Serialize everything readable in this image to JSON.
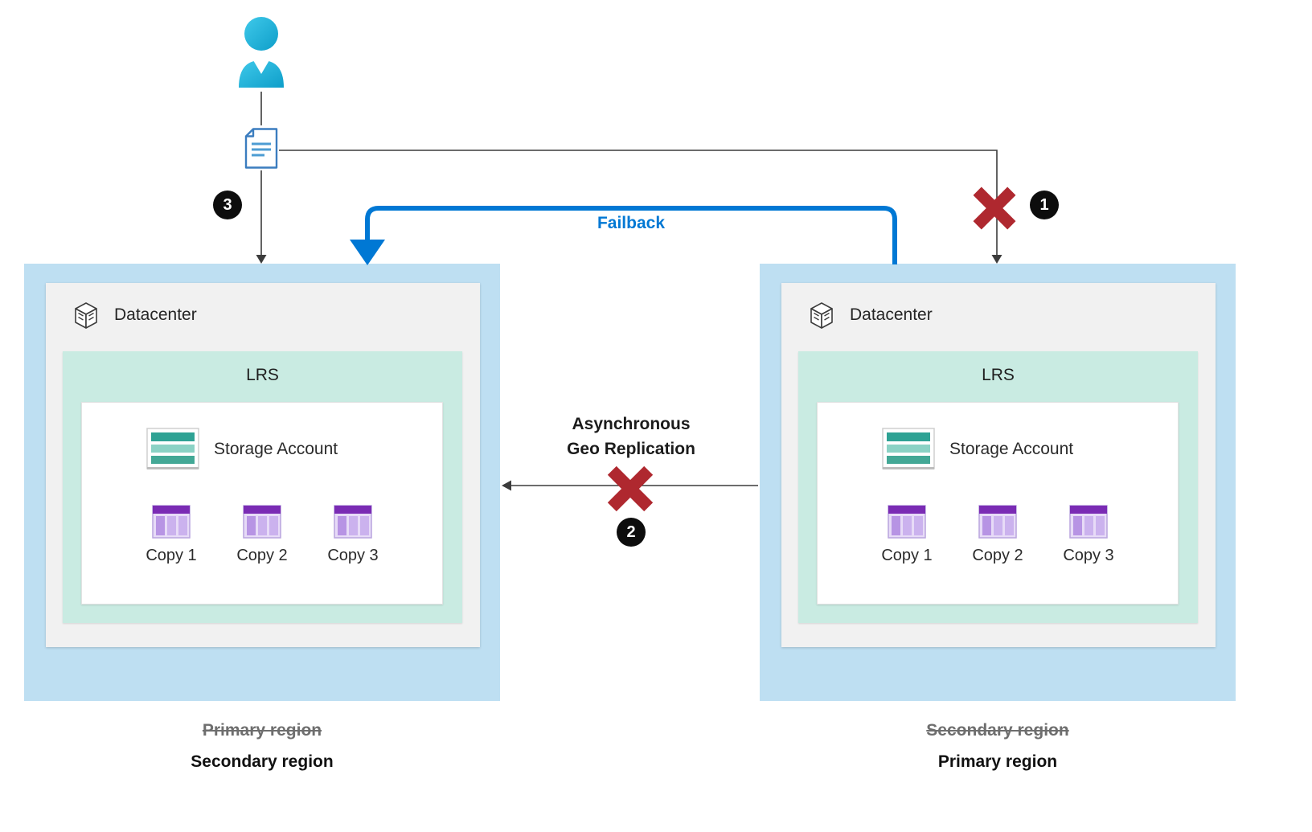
{
  "labels": {
    "failback": "Failback",
    "geo_line1": "Asynchronous",
    "geo_line2": "Geo Replication"
  },
  "steps": [
    "1",
    "2",
    "3"
  ],
  "regions": [
    {
      "datacenter": "Datacenter",
      "lrs": "LRS",
      "storage_account": "Storage Account",
      "copies": [
        "Copy 1",
        "Copy 2",
        "Copy 3"
      ],
      "former": "Primary region",
      "current": "Secondary region"
    },
    {
      "datacenter": "Datacenter",
      "lrs": "LRS",
      "storage_account": "Storage Account",
      "copies": [
        "Copy 1",
        "Copy 2",
        "Copy 3"
      ],
      "former": "Secondary region",
      "current": "Primary region"
    }
  ],
  "icons": {
    "user": "person-icon",
    "document": "document-icon",
    "datacenter": "datacenter-building-icon",
    "storage_account": "storage-account-icon",
    "copy": "table-copy-icon",
    "error": "error-x-icon",
    "failback": "failback-arrow"
  },
  "colors": {
    "region_bg": "#BEDFF2",
    "datacenter_bg": "#F1F1F1",
    "lrs_bg": "#C9EBE2",
    "panel_bg": "#FFFFFF",
    "failback_blue": "#0078D4",
    "error_red": "#AF282F",
    "badge_black": "#0D0D0D",
    "connector_gray": "#3C3C3C",
    "storage_teal": "#2EA294",
    "copy_purple": "#7A2BB4",
    "person_cyan": "#1FB4DE"
  }
}
